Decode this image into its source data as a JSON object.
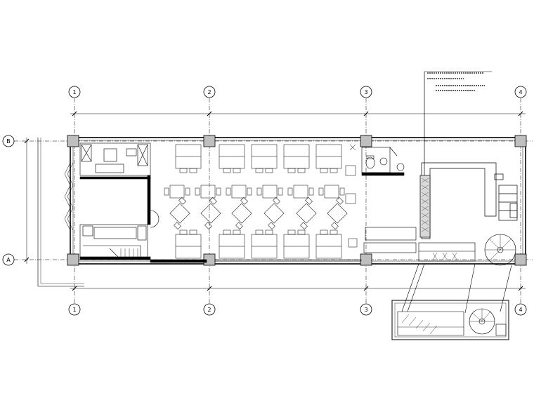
{
  "grid_axes": {
    "vertical": [
      "1",
      "2",
      "3",
      "4"
    ],
    "horizontal": [
      "B",
      "A"
    ]
  },
  "annotation": {
    "lines": [
      "",
      "",
      "",
      ""
    ]
  },
  "room_labels": {
    "left_hall": "",
    "center_right": "",
    "bar": "",
    "top_right": "",
    "stair_label": "",
    "basement": "",
    "left_store": ""
  },
  "dimensions": {
    "top": [
      "",
      "",
      ""
    ],
    "bottom": [
      "",
      "",
      ""
    ],
    "left": "",
    "inner": ""
  }
}
